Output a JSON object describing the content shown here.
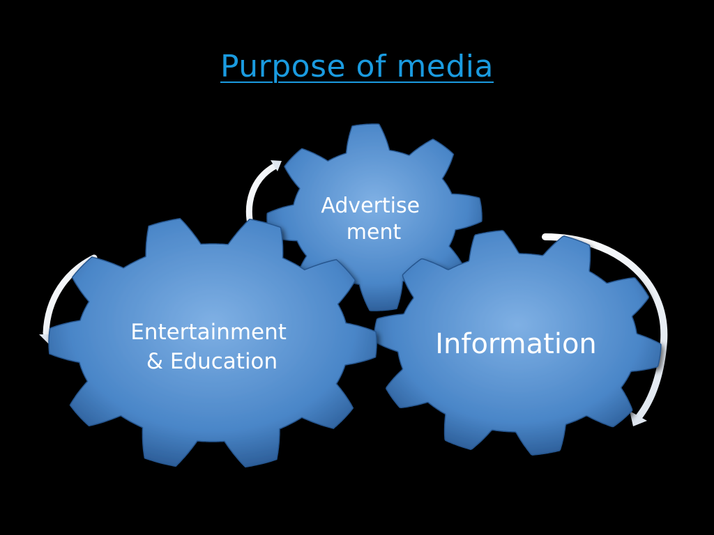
{
  "slide": {
    "title": "Purpose of media",
    "title_color": "#1a9be0",
    "background_color": "#000000"
  },
  "diagram": {
    "gear_color": "#4a86c8",
    "gear_highlight": "#7fb0e4",
    "gear_shadow": "#27568f",
    "text_color": "#ffffff",
    "arrow_color": "#dfe6ef",
    "gears": [
      {
        "label_lines": [
          "Advertise",
          "ment"
        ]
      },
      {
        "label_lines": [
          "Entertainment",
          "& Education"
        ]
      },
      {
        "label_lines": [
          "Information"
        ]
      }
    ],
    "arrows": [
      {
        "icon": "curved-arrow-icon"
      },
      {
        "icon": "curved-arrow-icon"
      },
      {
        "icon": "curved-arrow-icon"
      }
    ]
  }
}
